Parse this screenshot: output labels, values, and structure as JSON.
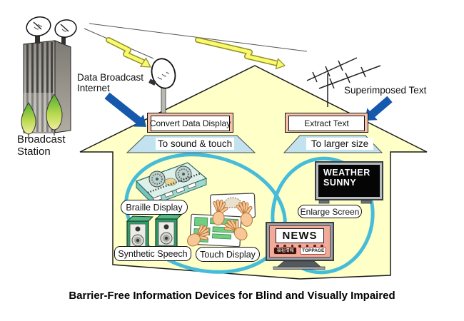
{
  "caption": {
    "text": "Barrier-Free Information Devices for Blind and Visually Impaired"
  },
  "labels": {
    "broadcast_station_line1": "Broadcast",
    "broadcast_station_line2": "Station",
    "data_broadcast_line1": "Data Broadcast",
    "data_broadcast_line2": "Internet",
    "superimposed": "Superimposed Text"
  },
  "process": {
    "convert": "Convert Data Display",
    "to_sound": "To sound & touch",
    "extract": "Extract Text",
    "to_larger": "To larger size"
  },
  "devices": {
    "braille": "Braille Display",
    "speech": "Synthetic Speech",
    "touch": "Touch Display",
    "enlarge": "Enlarge Screen",
    "tv": {
      "line1": "WEATHER",
      "line2": "SUNNY"
    },
    "news": {
      "title": "NEWS",
      "button1": "福祉情報",
      "button2": "TOPPAGE"
    }
  },
  "icons": [
    "broadcast-building-icon",
    "satellite-dish-icon",
    "tree-icon",
    "lightning-arrow-icon",
    "signal-ray-icon",
    "house-icon",
    "tv-antenna-icon",
    "down-arrow-icon",
    "braille-display-icon",
    "speaker-icon",
    "touch-tablet-icon",
    "hand-icon",
    "tv-icon",
    "news-terminal-icon"
  ],
  "colors": {
    "house": "#ffffc8",
    "process_box_pink": "#f6c2aa",
    "trapezoid_blue": "#c2e2ef",
    "group_oval_cyan": "#45bcd9",
    "arrow_blue": "#1558ac",
    "bolt_yellow": "#fafa6e",
    "speaker_green": "#2c9c68",
    "news_panel_salmon": "#f2ab9b"
  }
}
